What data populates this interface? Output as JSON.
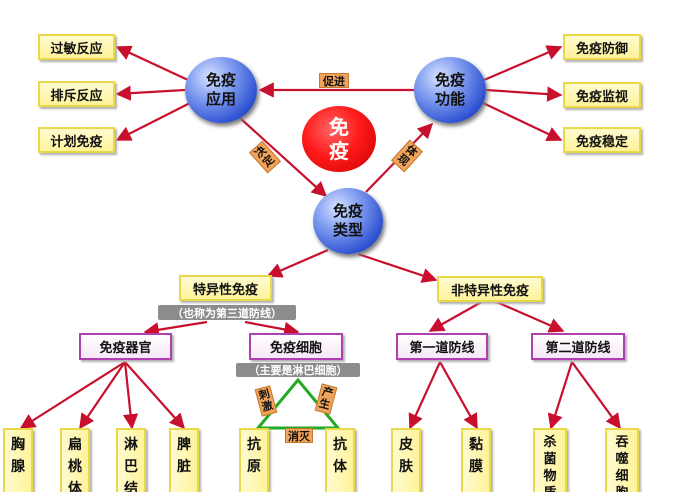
{
  "center": {
    "label": "免疫"
  },
  "nodes": {
    "application": {
      "label": "免疫应用"
    },
    "function": {
      "label": "免疫功能"
    },
    "type": {
      "label": "免疫类型"
    }
  },
  "relations": {
    "promote": "促进",
    "decide": "决定",
    "reflect": "体现"
  },
  "application_items": [
    "过敏反应",
    "排斥反应",
    "计划免疫"
  ],
  "function_items": [
    "免疫防御",
    "免疫监视",
    "免疫稳定"
  ],
  "specific": {
    "label": "特异性免疫",
    "note": "（也称为第三道防线）"
  },
  "nonspecific": {
    "label": "非特异性免疫"
  },
  "organs": {
    "label": "免疫器官",
    "items": [
      "胸腺",
      "扁桃体",
      "淋巴结",
      "脾脏"
    ]
  },
  "cells": {
    "label": "免疫细胞",
    "note": "（主要是淋巴细胞）",
    "items": [
      "抗原",
      "抗体"
    ]
  },
  "triangle": {
    "stimulate": "刺激",
    "produce": "产生",
    "eliminate": "消灭"
  },
  "first_line": {
    "label": "第一道防线",
    "items": [
      "皮肤",
      "黏膜"
    ]
  },
  "second_line": {
    "label": "第二道防线",
    "items": [
      "杀菌物质",
      "吞噬细胞"
    ]
  },
  "colors": {
    "arrow": "#c8102e",
    "triangle": "#22aa22",
    "tag": "#f2a35a"
  }
}
